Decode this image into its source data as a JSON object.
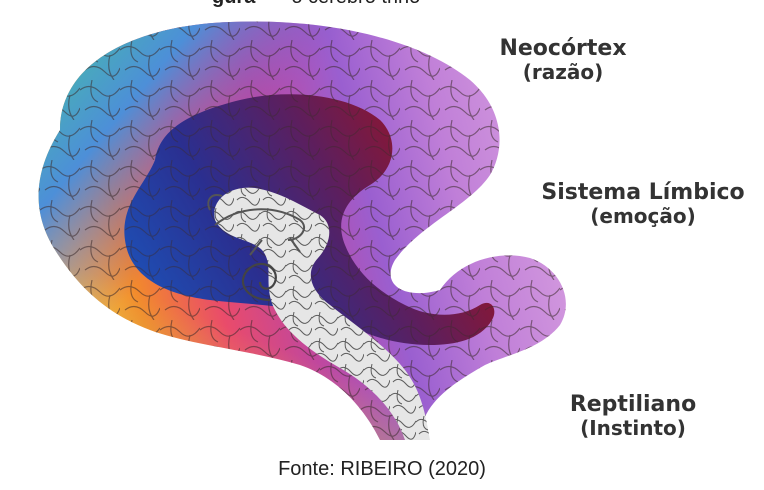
{
  "figure": {
    "caption_partial_bold": "gura",
    "caption_partial_rest": "o cérebro trino",
    "source": "Fonte: RIBEIRO (2020)"
  },
  "labels": {
    "neocortex": {
      "name": "Neocórtex",
      "sub": "(razão)"
    },
    "limbic": {
      "name": "Sistema Límbico",
      "sub": "(emoção)"
    },
    "reptilian": {
      "name": "Reptiliano",
      "sub": "(Instinto)"
    }
  },
  "colors": {
    "neocortex_gradient": [
      "#f7d24a",
      "#f28a2c",
      "#e94b6b",
      "#b845a6",
      "#7b4fc0",
      "#4d6fd0",
      "#33b5c9",
      "#5ec85a"
    ],
    "limbic_gradient": [
      "#1f3fa0",
      "#3a2a8a",
      "#6d1a4f",
      "#9a1717"
    ],
    "reptilian": "#d9d9d9",
    "gyri_lines": "#3a2a2a"
  }
}
